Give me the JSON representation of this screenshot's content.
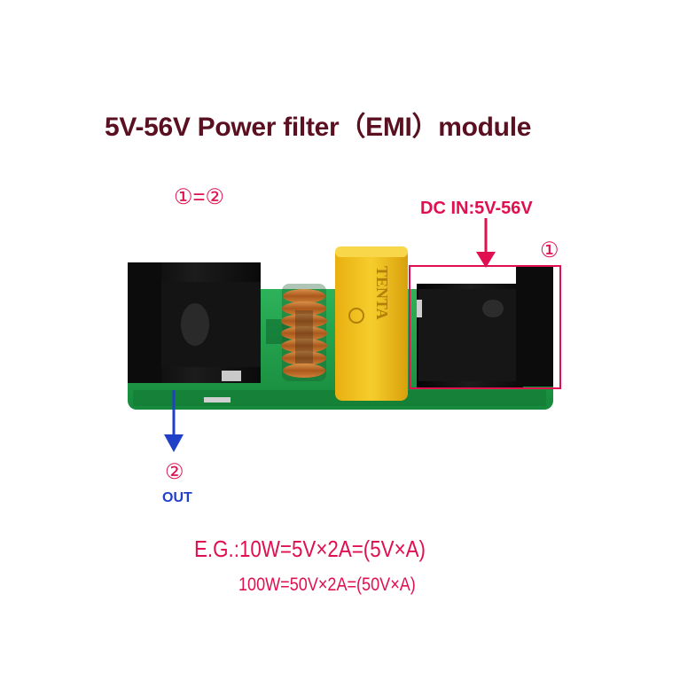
{
  "title": "5V-56V Power filter（EMI）module",
  "labels": {
    "equivalence": "①=②",
    "dc_in": "DC IN:5V-56V",
    "marker_input": "①",
    "marker_output": "②",
    "out": "OUT"
  },
  "examples": {
    "line1": "E.G.:10W=5V×2A=(5V×A)",
    "line2": "100W=50V×2A=(50V×A)"
  },
  "capacitor_brand": "TENTA",
  "colors": {
    "title": "#5a1020",
    "highlight": "#e01050",
    "out_arrow": "#2040c8",
    "pcb": "#1f9a4a",
    "capacitor": "#f2c21a",
    "coil": "#b8692a"
  }
}
